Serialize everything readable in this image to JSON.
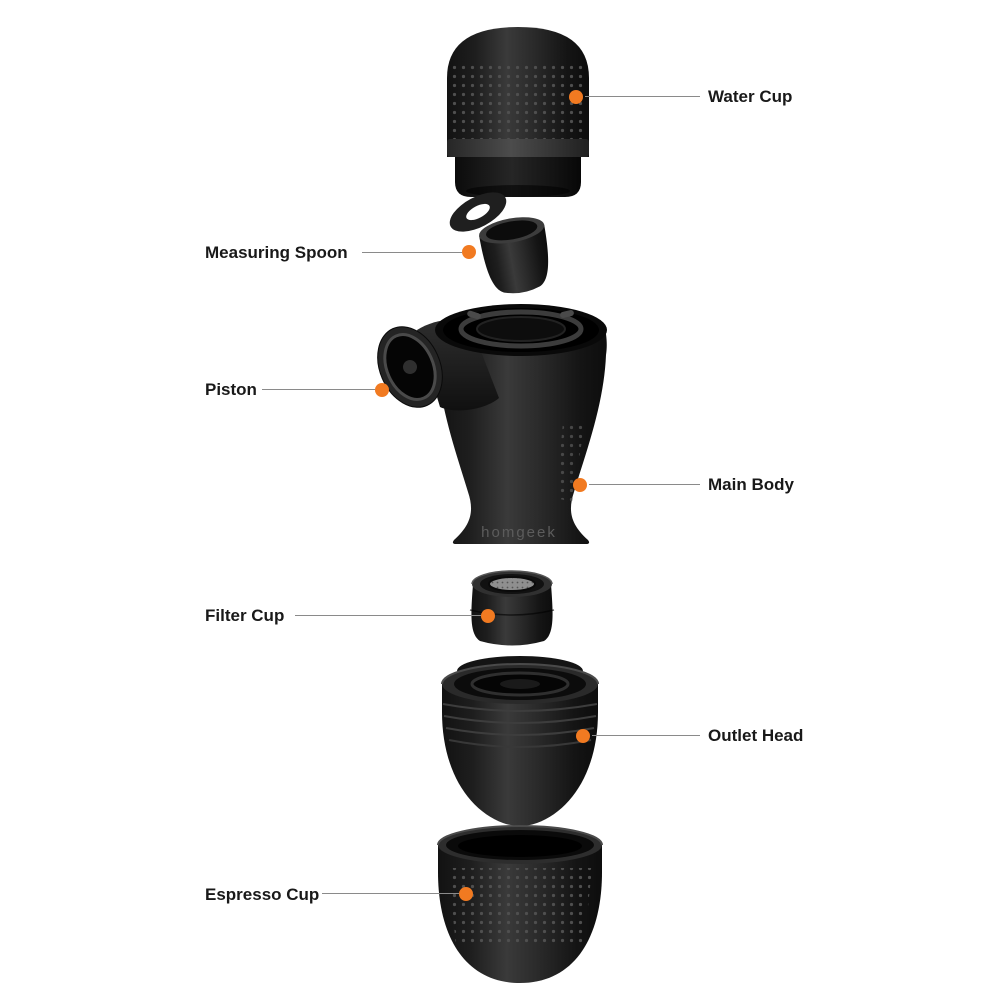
{
  "brand": "homgeek",
  "colors": {
    "accent": "#f17a21",
    "line": "#8a8a8a",
    "text": "#191919",
    "part": "#1a1a1a"
  },
  "callouts": [
    {
      "id": "water-cup",
      "label": "Water Cup",
      "side": "right"
    },
    {
      "id": "measuring-spoon",
      "label": "Measuring Spoon",
      "side": "left"
    },
    {
      "id": "piston",
      "label": "Piston",
      "side": "left"
    },
    {
      "id": "main-body",
      "label": "Main Body",
      "side": "right"
    },
    {
      "id": "filter-cup",
      "label": "Filter Cup",
      "side": "left"
    },
    {
      "id": "outlet-head",
      "label": "Outlet Head",
      "side": "right"
    },
    {
      "id": "espresso-cup",
      "label": "Espresso Cup",
      "side": "left"
    }
  ]
}
